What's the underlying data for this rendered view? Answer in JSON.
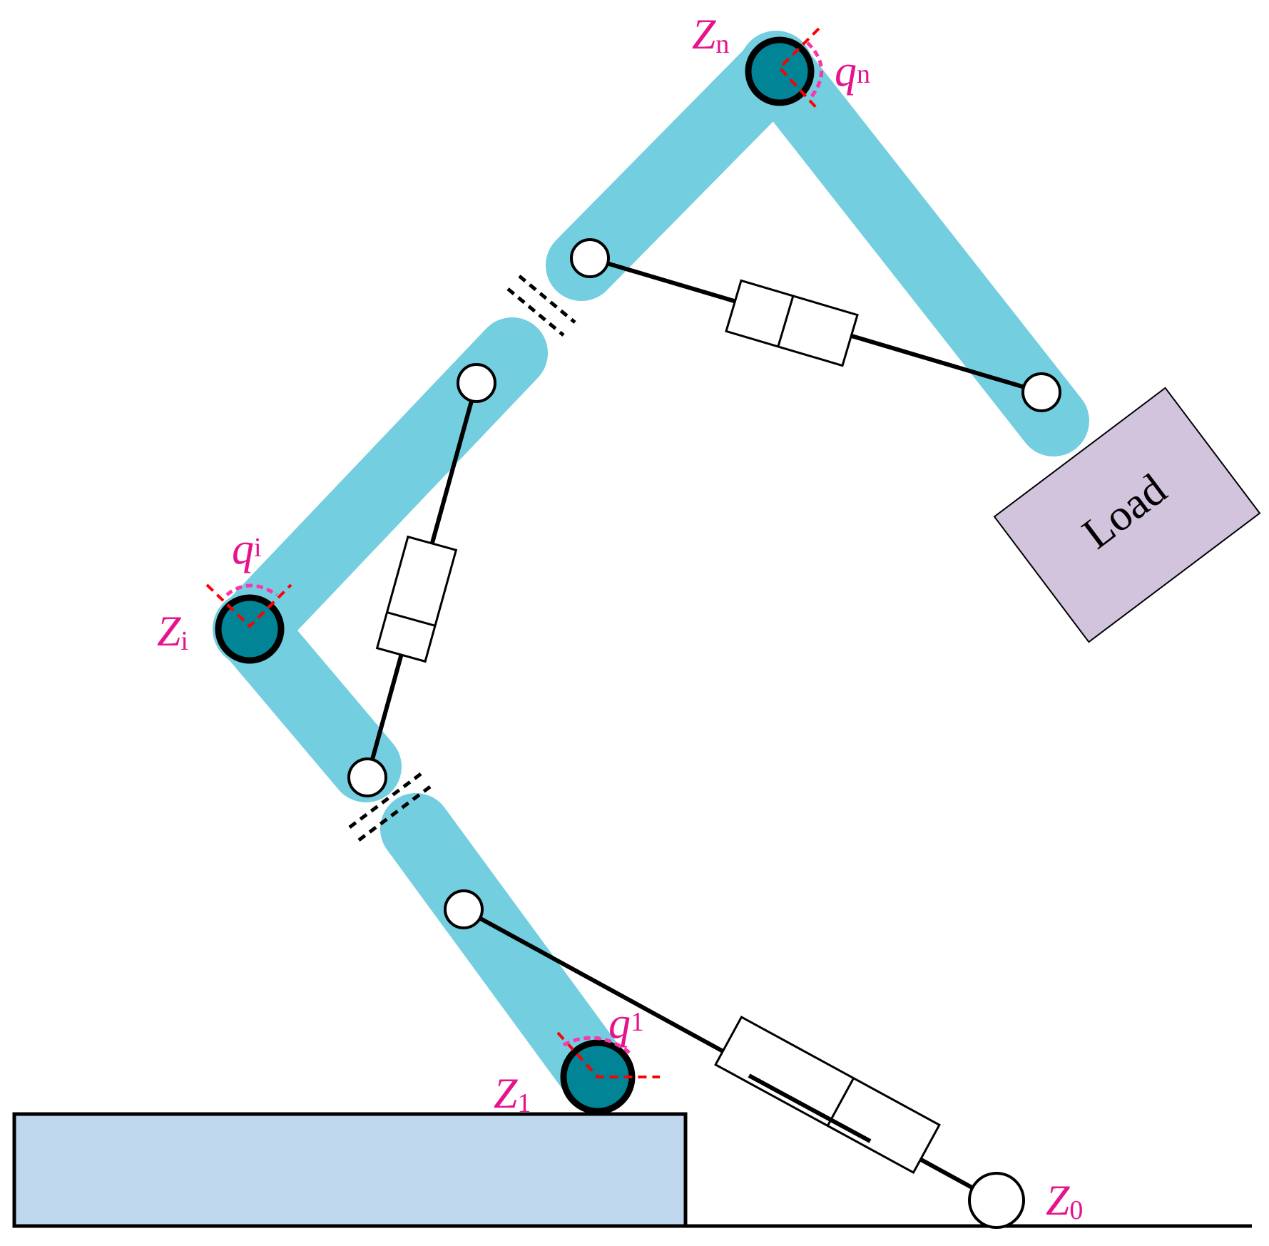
{
  "labels": {
    "zn": {
      "main": "Z",
      "sub": "n"
    },
    "qn": {
      "main": "q",
      "sub": "n"
    },
    "qi": {
      "main": "q",
      "sub": "i"
    },
    "zi": {
      "main": "Z",
      "sub": "i"
    },
    "q1": {
      "main": "q",
      "sub": "1"
    },
    "z1": {
      "main": "Z",
      "sub": "1"
    },
    "z0": {
      "main": "Z",
      "sub": "0"
    }
  },
  "load": {
    "label": "Load"
  },
  "colors": {
    "arm": "#73cedf",
    "joint": "#008496",
    "base": "#bfd7ed",
    "load": "#d1c4dc",
    "label": "#e6138c",
    "angle_axis": "#ff0000"
  }
}
